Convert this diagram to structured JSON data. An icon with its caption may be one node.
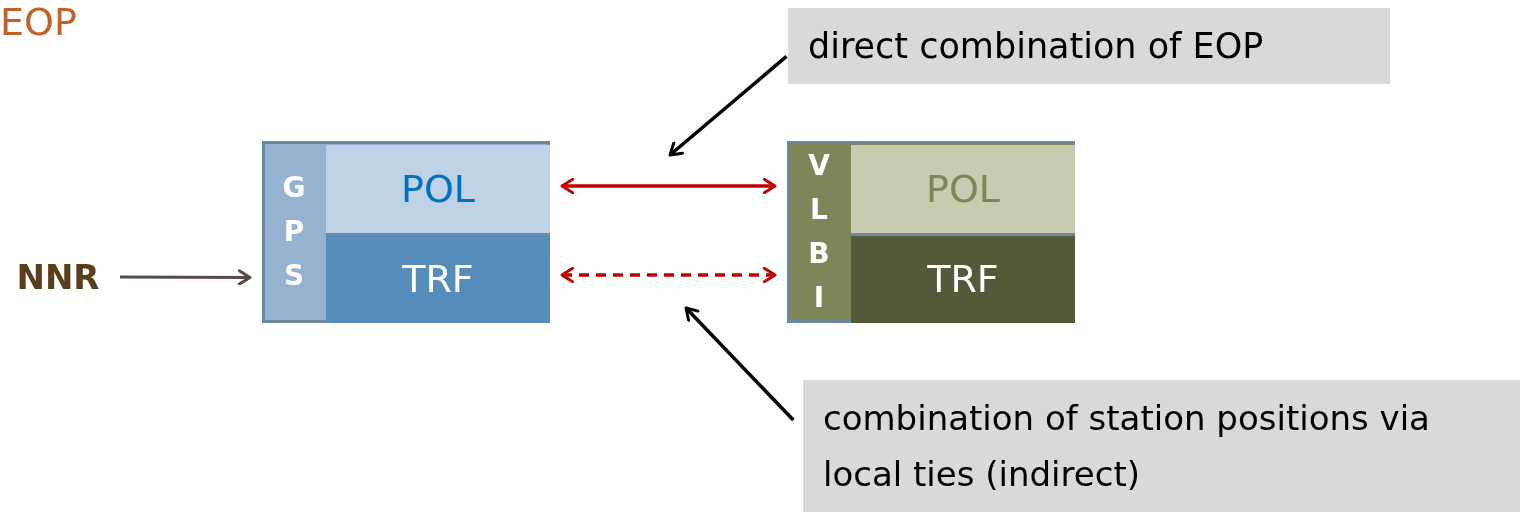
{
  "diagram": {
    "title": "EOP",
    "nodes": [
      {
        "text": [
          "GPS"
        ]
      },
      {
        "text": [
          "POL"
        ],
        "in": 0
      },
      {
        "text": [
          "TRF"
        ],
        "in": 0
      },
      {
        "text": [
          "VLBI"
        ]
      },
      {
        "text": [
          "POL"
        ],
        "in": 3
      },
      {
        "text": [
          "TRF"
        ],
        "in": 3
      },
      {
        "text": [
          "NNR"
        ]
      },
      {
        "text": [
          "direct combination of EOP"
        ]
      },
      {
        "text": [
          "combination of station positions via local ties (indirect)"
        ]
      }
    ],
    "edges": [
      {
        "from": 6,
        "to": 0,
        "arrow": "to",
        "color": "#594a44"
      },
      {
        "from": 1,
        "to": 4,
        "arrow": "both",
        "color": "#c00000"
      },
      {
        "from": 2,
        "to": 5,
        "arrow": "both",
        "style": "dashed",
        "color": "#c00000"
      },
      {
        "from": 7,
        "to": null,
        "arrow": "to",
        "color": "#000000"
      },
      {
        "from": 8,
        "to": null,
        "arrow": "to",
        "color": "#000000"
      }
    ]
  }
}
